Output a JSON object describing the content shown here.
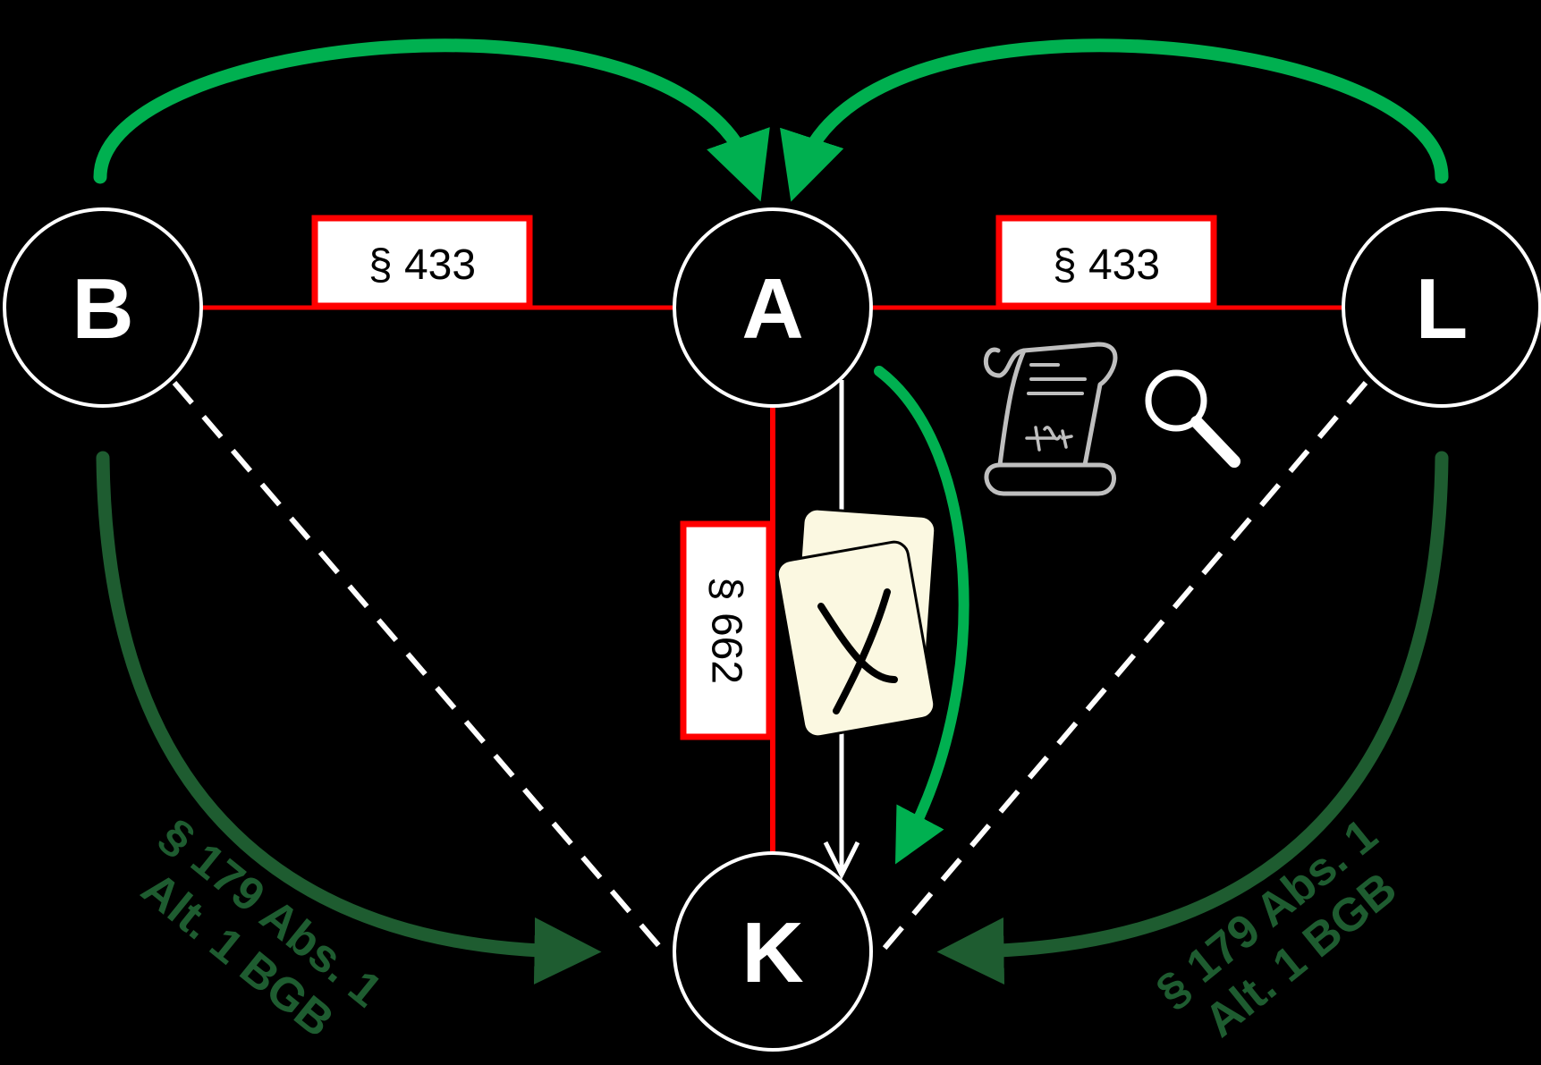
{
  "colors": {
    "background": "#000000",
    "node_stroke": "#ffffff",
    "relation_line": "#ff0000",
    "arrow_bright": "#00b050",
    "arrow_dark": "#1e5c30",
    "dashed_line": "#ffffff",
    "card_fill": "#fbf8e1"
  },
  "nodes": {
    "b": {
      "label": "B"
    },
    "a": {
      "label": "A"
    },
    "l": {
      "label": "L"
    },
    "k": {
      "label": "K"
    }
  },
  "relations": {
    "b_a": {
      "label": "§ 433"
    },
    "a_l": {
      "label": "§ 433"
    },
    "a_k": {
      "label": "§ 662"
    }
  },
  "legal_basis": {
    "left": {
      "line1": "§ 179 Abs. 1",
      "line2": "Alt. 1 BGB"
    },
    "right": {
      "line1": "§ 179 Abs. 1",
      "line2": "Alt. 1 BGB"
    }
  },
  "icons": {
    "contract": "scroll-contract-icon",
    "search": "magnifier-icon",
    "cards": "crossed-cards-icon",
    "card_mark": "X"
  }
}
